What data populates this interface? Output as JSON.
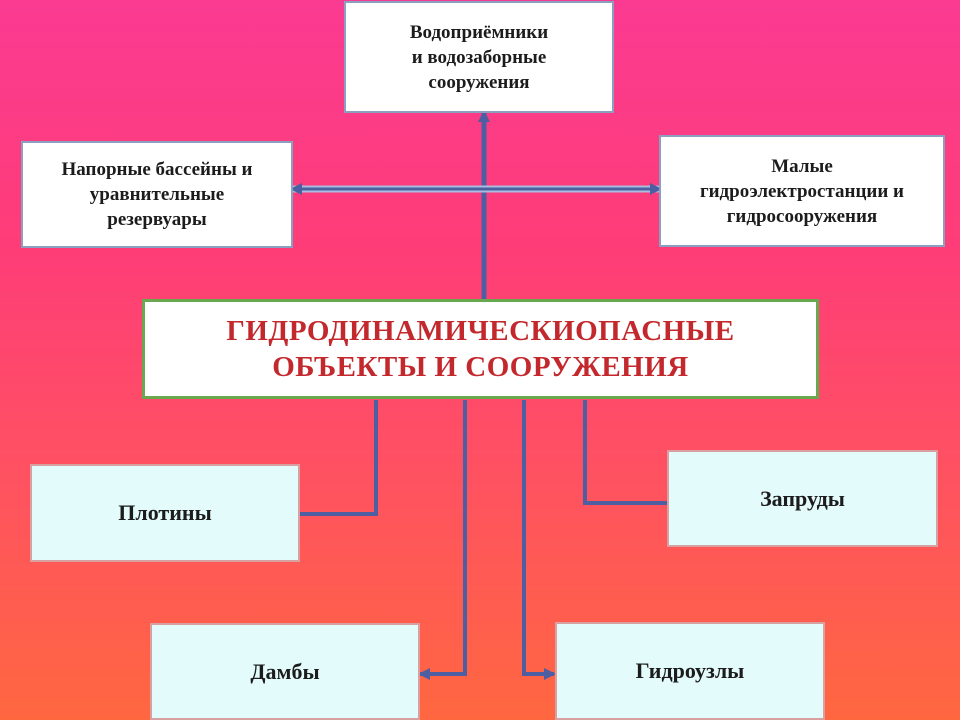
{
  "diagram": {
    "top": {
      "label": "Водоприёмники\nи водозаборные\nсооружения"
    },
    "left": {
      "label": "Напорные бассейны и\nуравнительные\nрезервуары"
    },
    "right": {
      "label": "Малые\nгидроэлектростанции и\nгидросооружения"
    },
    "center": {
      "label": "ГИДРОДИНАМИЧЕСКИОПАСНЫЕ\nОБЪЕКТЫ И СООРУЖЕНИЯ"
    },
    "plotiny": {
      "label": "Плотины"
    },
    "zaprudy": {
      "label": "Запруды"
    },
    "damby": {
      "label": "Дамбы"
    },
    "gidrouzly": {
      "label": "Гидроузлы"
    }
  },
  "colors": {
    "connector": "#4d5fa0",
    "connector_light": "#a9bde0",
    "center_text": "#c3282d",
    "center_border": "#6aa84f"
  }
}
